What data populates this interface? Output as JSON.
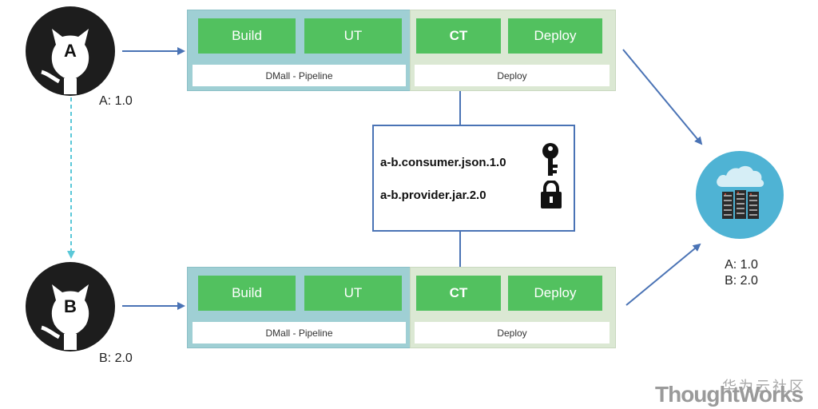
{
  "repos": [
    {
      "letter": "A",
      "caption": "A: 1.0"
    },
    {
      "letter": "B",
      "caption": "B: 2.0"
    }
  ],
  "pipelines": [
    {
      "stages": [
        "Build",
        "UT",
        "CT",
        "Deploy"
      ],
      "pipeline_label": "DMall - Pipeline",
      "deploy_label": "Deploy"
    },
    {
      "stages": [
        "Build",
        "UT",
        "CT",
        "Deploy"
      ],
      "pipeline_label": "DMall - Pipeline",
      "deploy_label": "Deploy"
    }
  ],
  "contracts": {
    "consumer": "a-b.consumer.json.1.0",
    "provider": "a-b.provider.jar.2.0"
  },
  "server": {
    "caption_a": "A: 1.0",
    "caption_b": "B: 2.0"
  },
  "watermark": {
    "chinese": "华为云社区",
    "brand": "ThoughtWorks"
  },
  "colors": {
    "stage_green": "#52c15f",
    "pipe_blue": "#9fcfd4",
    "pipe_gray": "#dbe8d3",
    "arrow_blue": "#4a73b5",
    "dashed_cyan": "#5bc8d8",
    "server_circle": "#4fb3d4"
  },
  "icons": [
    "github-repo-icon",
    "key-icon",
    "lock-icon",
    "cloud-server-icon"
  ]
}
